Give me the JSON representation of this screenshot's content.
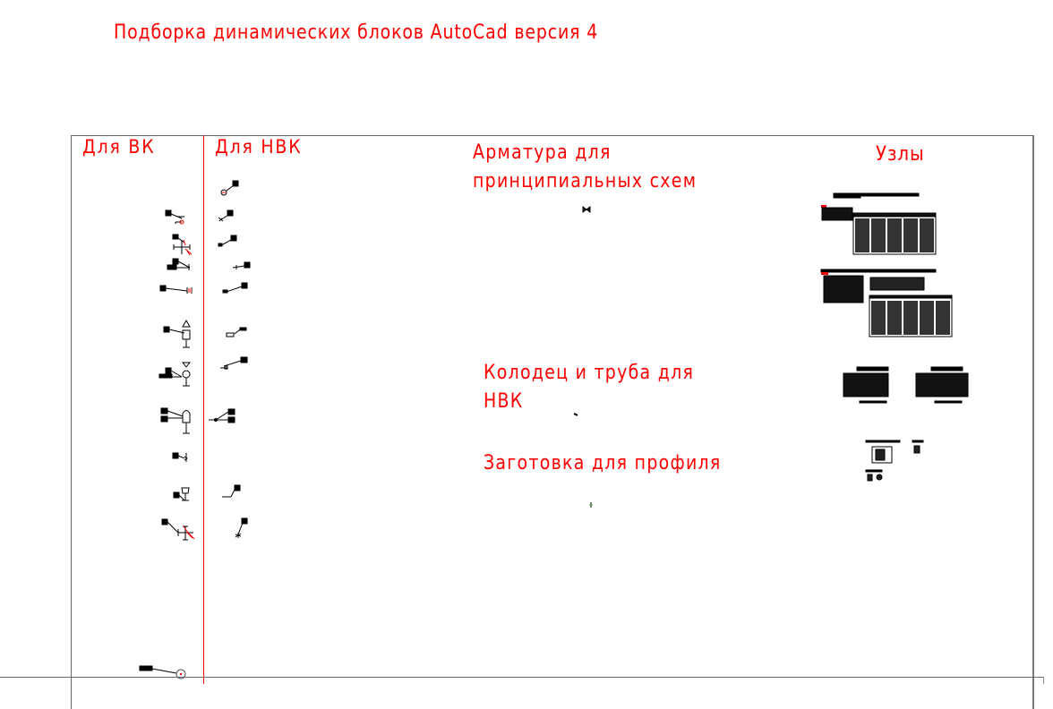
{
  "drawing": {
    "title": "Подборка динамических блоков AutoCad версия 4",
    "sections": {
      "vk": "Для ВК",
      "nvk": "Для НВК",
      "armature_line1": "Арматура для",
      "armature_line2": "принципиальных схем",
      "well_line1": "Колодец и труба для",
      "well_line2": "НВК",
      "profile": "Заготовка для профиля",
      "nodes": "Узлы"
    },
    "colors": {
      "text_red": "#ff0000",
      "frame_grey": "#666666",
      "block_black": "#000000",
      "background": "#ffffff"
    },
    "blocks": {
      "vk_count": 12,
      "nvk_count": 11,
      "armature_count": 1,
      "well_count": 1,
      "profile_count": 1,
      "nodes_count": 6
    }
  }
}
